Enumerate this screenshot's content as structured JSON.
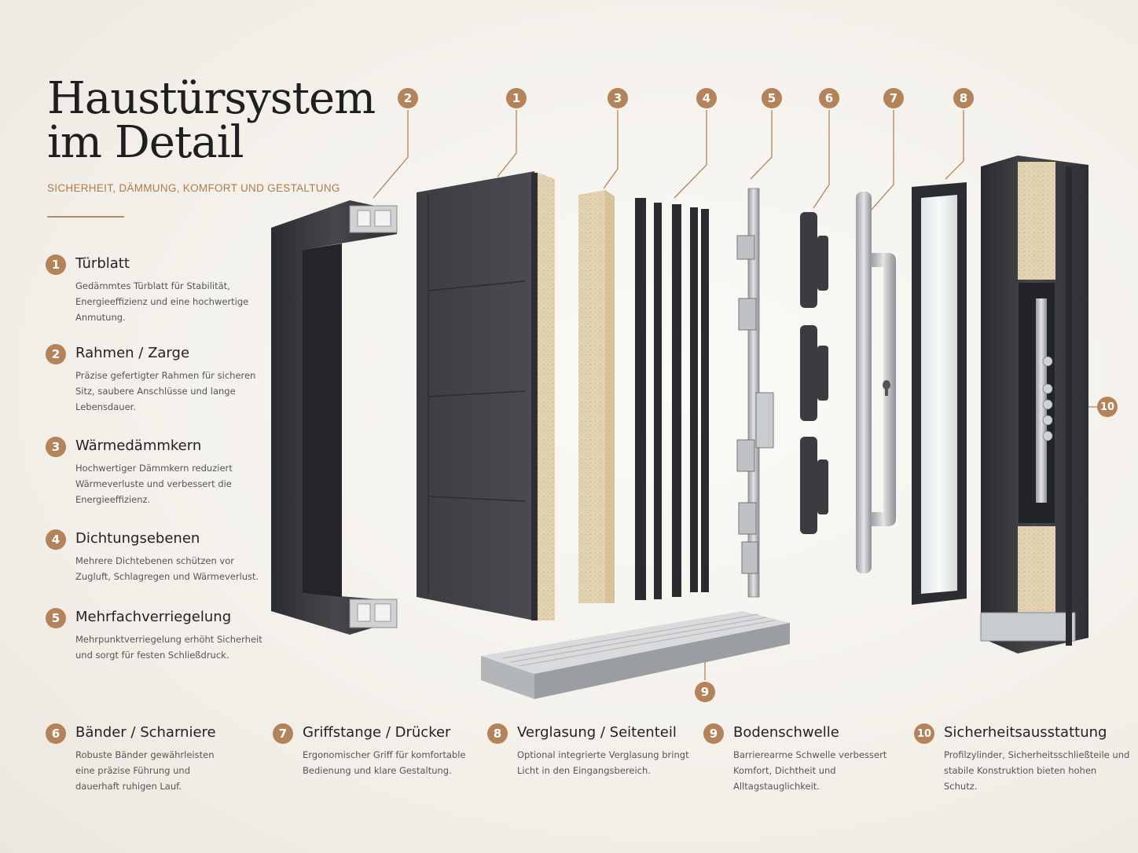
{
  "header": {
    "title_line1": "Haustürsystem",
    "title_line2": "im Detail",
    "subtitle": "SICHERHEIT, DÄMMUNG, KOMFORT UND GESTALTUNG"
  },
  "legend": [
    {
      "num": "1",
      "title": "Türblatt",
      "text": "Gedämmtes Türblatt für Stabilität, Energieeffizienz und eine hochwertige Anmutung."
    },
    {
      "num": "2",
      "title": "Rahmen / Zarge",
      "text": "Präzise gefertigter Rahmen für sicheren Sitz, saubere Anschlüsse und lange Lebensdauer."
    },
    {
      "num": "3",
      "title": "Wärmedämmkern",
      "text": "Hochwertiger Dämmkern reduziert Wärmeverluste und verbessert die Energieeffizienz."
    },
    {
      "num": "4",
      "title": "Dichtungsebenen",
      "text": "Mehrere Dichtebenen schützen vor Zugluft, Schlagregen und Wärmeverlust."
    },
    {
      "num": "5",
      "title": "Mehrfachverriegelung",
      "text": "Mehrpunktverriegelung erhöht Sicherheit und sorgt für festen Schließdruck."
    },
    {
      "num": "6",
      "title": "Bänder / Scharniere",
      "text": "Robuste Bänder gewährleisten eine präzise Führung und dauerhaft ruhigen Lauf."
    },
    {
      "num": "7",
      "title": "Griffstange / Drücker",
      "text": "Ergonomischer Griff für komfortable Bedienung und klare Gestaltung."
    },
    {
      "num": "8",
      "title": "Verglasung / Seitenteil",
      "text": "Optional integrierte Verglasung bringt Licht in den Eingangsbereich."
    },
    {
      "num": "9",
      "title": "Bodenschwelle",
      "text": "Barrierearme Schwelle verbessert Komfort, Dichtheit und Alltagstauglichkeit."
    },
    {
      "num": "10",
      "title": "Sicherheitsausstattung",
      "text": "Profilzylinder, Sicherheitsschließteile und stabile Konstruktion bieten hohen Schutz."
    }
  ],
  "callouts": [
    "2",
    "1",
    "3",
    "4",
    "5",
    "6",
    "7",
    "8",
    "9",
    "10"
  ],
  "colors": {
    "accent": "#b5835a",
    "frame": "#3a3b3e",
    "insulation": "#e6d7b8",
    "steel": "#b9bcbf"
  }
}
